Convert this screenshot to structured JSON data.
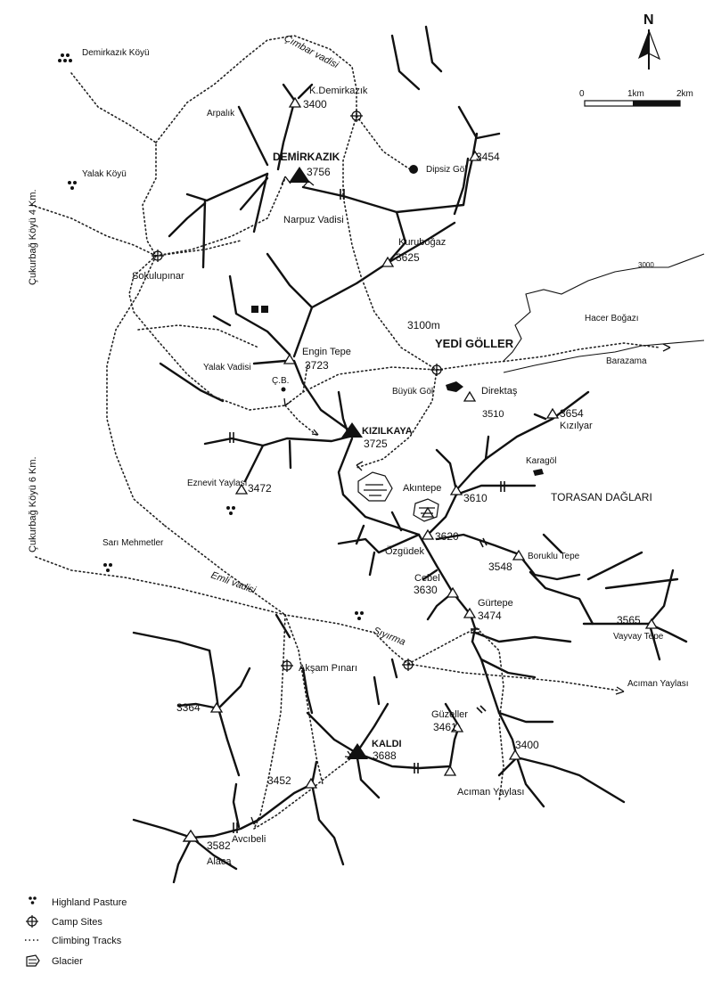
{
  "compass": {
    "north": "N"
  },
  "scale": {
    "zero": "0",
    "mid": "1km",
    "end": "2km"
  },
  "peaks": [
    {
      "name": "K.Demirkazık",
      "elevation": "3400"
    },
    {
      "name": "DEMİRKAZIK",
      "elevation": "3756"
    },
    {
      "name": "",
      "elevation": "3454"
    },
    {
      "name": "Kuruboğaz",
      "elevation": "3625"
    },
    {
      "name": "Engin Tepe",
      "elevation": "3723"
    },
    {
      "name": "KIZILKAYA",
      "elevation": "3725"
    },
    {
      "name": "Direktaş",
      "elevation": "3510"
    },
    {
      "name": "Kızılyar",
      "elevation": "3654"
    },
    {
      "name": "",
      "elevation": "3472"
    },
    {
      "name": "Akıntepe",
      "elevation": "3610"
    },
    {
      "name": "Özgüdek",
      "elevation": "3620"
    },
    {
      "name": "Boruklu Tepe",
      "elevation": "3548"
    },
    {
      "name": "Cebel",
      "elevation": "3630"
    },
    {
      "name": "Gürtepe",
      "elevation": "3474"
    },
    {
      "name": "Vayvay Tepe",
      "elevation": "3565"
    },
    {
      "name": "",
      "elevation": "3364"
    },
    {
      "name": "Güzeller",
      "elevation": "3461"
    },
    {
      "name": "",
      "elevation": "3400"
    },
    {
      "name": "KALDI",
      "elevation": "3688"
    },
    {
      "name": "",
      "elevation": "3452"
    },
    {
      "name": "Alaca",
      "elevation": "3582"
    }
  ],
  "places": {
    "demirkazik_koyu": "Demirkazık Köyü",
    "yalak_koyu": "Yalak Köyü",
    "cimbar_vadisi": "Çımbar vadisi",
    "arpalik": "Arpalık",
    "dipsiz_gol": "Dipsiz Göl",
    "narpuz_vadisi": "Narpuz Vadisi",
    "cukurbag_4km": "Çukurbağ Köyü 4 Km.",
    "sokulupinar": "Sokulupınar",
    "yedi_goller_alt": "3100m",
    "yedi_goller": "YEDİ GÖLLER",
    "hacer_bogazi": "Hacer Boğazı",
    "barazama": "Barazama",
    "contour_3000": "3000",
    "buyuk_gol": "Büyük Göl",
    "yalak_vadisi": "Yalak Vadisi",
    "cb": "Ç.B.",
    "karagol": "Karagöl",
    "torasan_daglari": "TORASAN DAĞLARI",
    "eznevit_yaylasi": "Eznevit Yaylası",
    "cukurbag_6km": "Çukurbağ Köyü 6 Km.",
    "sari_mehmetler": "Sarı Mehmetler",
    "emli_vadisi": "Emli vadisi",
    "siyirma": "Sıyırma",
    "aksam_pinari": "Akşam Pınarı",
    "aciman_yaylasi_east": "Acıman Yaylası",
    "aciman_yaylasi_south": "Acıman Yaylası",
    "avcibeli": "Avcıbeli"
  },
  "legend": {
    "pasture": "Highland Pasture",
    "camp": "Camp Sites",
    "tracks": "Climbing Tracks",
    "glacier": "Glacier"
  }
}
